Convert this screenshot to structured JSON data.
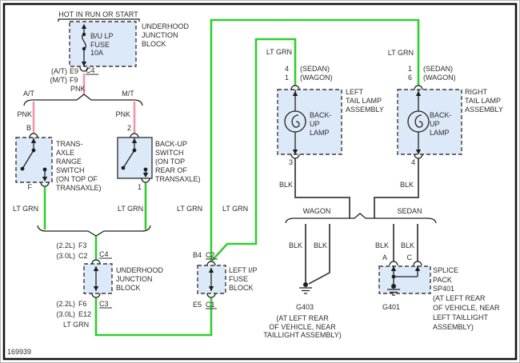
{
  "frame": {
    "diagram_id": "169939"
  },
  "colors": {
    "green": "#33cc33",
    "pink": "#f295aa",
    "black_wire": "#3f3f3f",
    "box_fill": "#dce9f8"
  },
  "fuse_block": {
    "hot_label": "HOT IN RUN OR START",
    "name": [
      "UNDERHOOD",
      "JUNCTION",
      "BLOCK"
    ],
    "fuse": [
      "B/U LP",
      "FUSE",
      "10A"
    ],
    "pin_at_label": "(A/T)",
    "pin_at": "E9",
    "pin_mt_label": "(M/T)",
    "pin_mt": "F9",
    "connector": "C4",
    "wire": "PNK"
  },
  "split": {
    "left": "A/T",
    "right": "M/T"
  },
  "range_switch": {
    "wire_in": "PNK",
    "pin_in": "B",
    "pin_out": "F",
    "name": [
      "TRANS-",
      "AXLE",
      "RANGE",
      "SWITCH",
      "(ON TOP OF",
      "TRANSAXLE)"
    ],
    "wire_out": "LT GRN"
  },
  "backup_switch": {
    "wire_in": "PNK",
    "pin_in": "2",
    "pin_out": "1",
    "name": [
      "BACK-UP",
      "SWITCH",
      "(ON TOP",
      "REAR OF",
      "TRANSAXLE)"
    ],
    "wire_out": "LT GRN"
  },
  "riser_labels": {
    "left": "LT GRN",
    "right": "LT GRN"
  },
  "junction_block2": {
    "pin_top_1l": "(2.2L)",
    "pin_top_1": "F3",
    "pin_top_2l": "(3.0L)",
    "pin_top_2": "C2",
    "conn_top": "C4",
    "name": [
      "UNDERHOOD",
      "JUNCTION",
      "BLOCK"
    ],
    "pin_bot_1l": "(2.2L)",
    "pin_bot_1": "F6",
    "pin_bot_2l": "(3.0L)",
    "pin_bot_2": "E12",
    "conn_bot": "C3",
    "wire_out": "LT GRN"
  },
  "ip_fuse_block": {
    "pin_top": "B4",
    "conn_top": "C2",
    "name": [
      "LEFT I/P",
      "FUSE",
      "BLOCK"
    ],
    "pin_bot": "E5",
    "conn_bot": "C1"
  },
  "left_lamp": {
    "wire_label": "LT GRN",
    "pin_sedan": "4",
    "sedan": "(SEDAN)",
    "pin_wagon": "1",
    "wagon": "(WAGON)",
    "bulb": [
      "BACK-",
      "UP",
      "LAMP"
    ],
    "name": [
      "LEFT",
      "TAIL LAMP",
      "ASSEMBLY"
    ],
    "pin_out": "3",
    "wire_out": "BLK"
  },
  "right_lamp": {
    "wire_label": "LT GRN",
    "pin_sedan": "1",
    "sedan": "(SEDAN)",
    "pin_wagon": "6",
    "wagon": "(WAGON)",
    "bulb": [
      "BACK-",
      "UP",
      "LAMP"
    ],
    "name": [
      "RIGHT",
      "TAIL LAMP",
      "ASSEMBLY"
    ],
    "pin_out": "4",
    "wire_out": "BLK"
  },
  "ground_section": {
    "wagon": "WAGON",
    "sedan": "SEDAN",
    "blk": [
      "BLK",
      "BLK",
      "BLK",
      "BLK"
    ],
    "pin_a": "A",
    "pin_c": "C",
    "g403": {
      "name": "G403",
      "location": [
        "(AT LEFT REAR",
        "OF VEHICLE, NEAR",
        "TAILLIGHT ASSEMBLY)"
      ]
    },
    "g401": {
      "name": "G401"
    },
    "splice_pack": {
      "name": [
        "SPLICE",
        "PACK",
        "SP401",
        "(AT LEFT REAR",
        "OF VEHICLE, NEAR",
        "LEFT TAILLIGHT",
        "ASSEMBLY)"
      ]
    }
  }
}
